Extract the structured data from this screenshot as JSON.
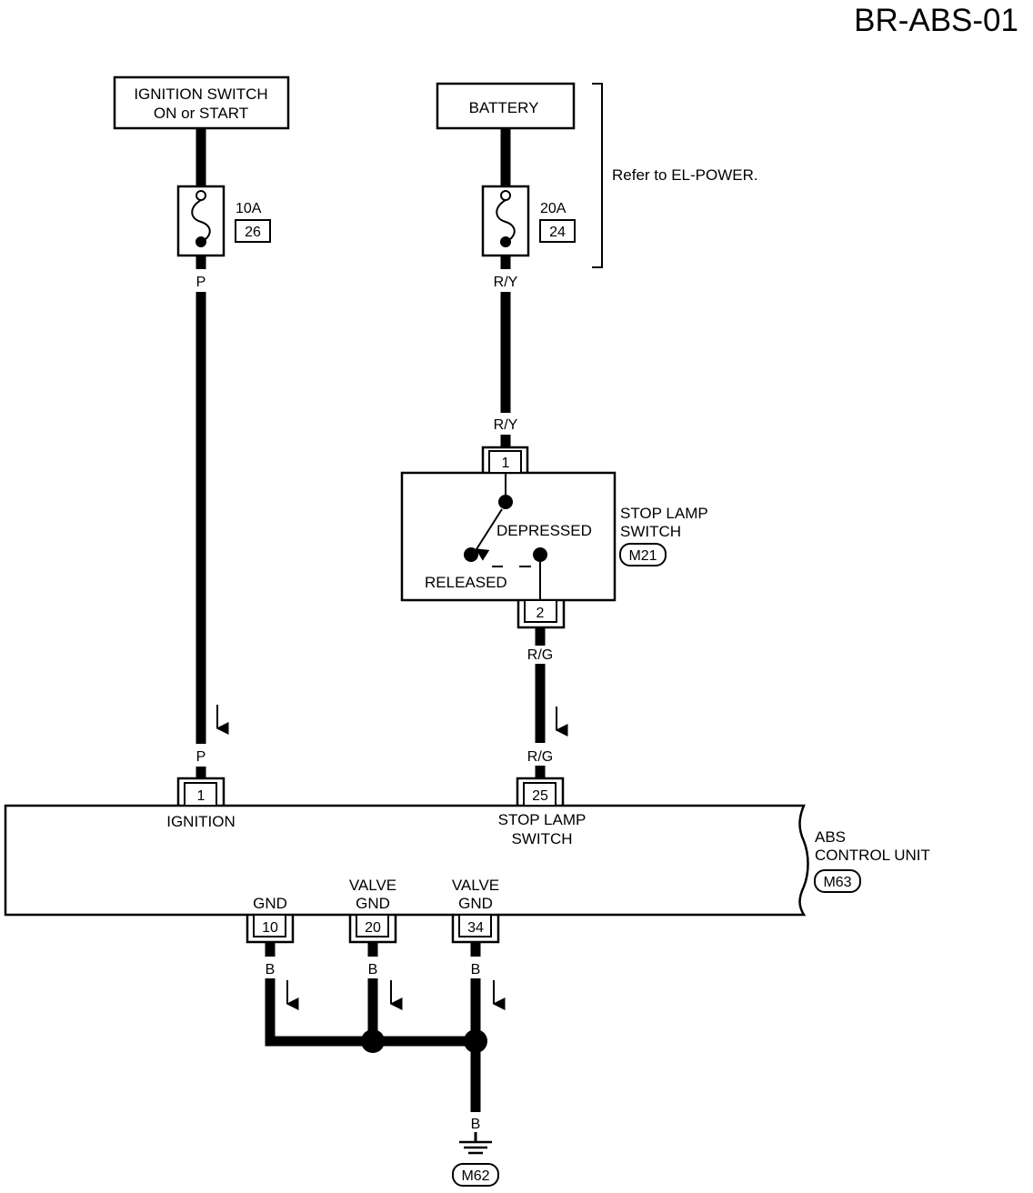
{
  "page": {
    "code": "BR-ABS-01"
  },
  "sources": {
    "ignition": {
      "line1": "IGNITION SWITCH",
      "line2": "ON or START"
    },
    "battery": {
      "label": "BATTERY"
    },
    "note": "Refer to EL-POWER."
  },
  "fuses": {
    "ignition": {
      "rating": "10A",
      "number": "26"
    },
    "battery": {
      "rating": "20A",
      "number": "24"
    }
  },
  "wires": {
    "ignition_top": "P",
    "ignition_bottom": "P",
    "battery_top": "R/Y",
    "battery_bottom": "R/Y",
    "switch_out_top": "R/G",
    "switch_out_bottom": "R/G",
    "gnd_10": "B",
    "gnd_20": "B",
    "gnd_34": "B",
    "ground": "B"
  },
  "stop_lamp_switch": {
    "line1": "STOP LAMP",
    "line2": "SWITCH",
    "connector": "M21",
    "pin_in": "1",
    "pin_out": "2",
    "state_depressed": "DEPRESSED",
    "state_released": "RELEASED"
  },
  "abs_unit": {
    "line1": "ABS",
    "line2": "CONTROL UNIT",
    "connector": "M63",
    "pins": {
      "ignition": {
        "number": "1",
        "label": "IGNITION"
      },
      "stop_lamp": {
        "number": "25",
        "label1": "STOP LAMP",
        "label2": "SWITCH"
      },
      "gnd": {
        "number": "10",
        "label": "GND"
      },
      "valve_gnd_20": {
        "number": "20",
        "label1": "VALVE",
        "label2": "GND"
      },
      "valve_gnd_34": {
        "number": "34",
        "label1": "VALVE",
        "label2": "GND"
      }
    }
  },
  "ground": {
    "connector": "M62"
  }
}
